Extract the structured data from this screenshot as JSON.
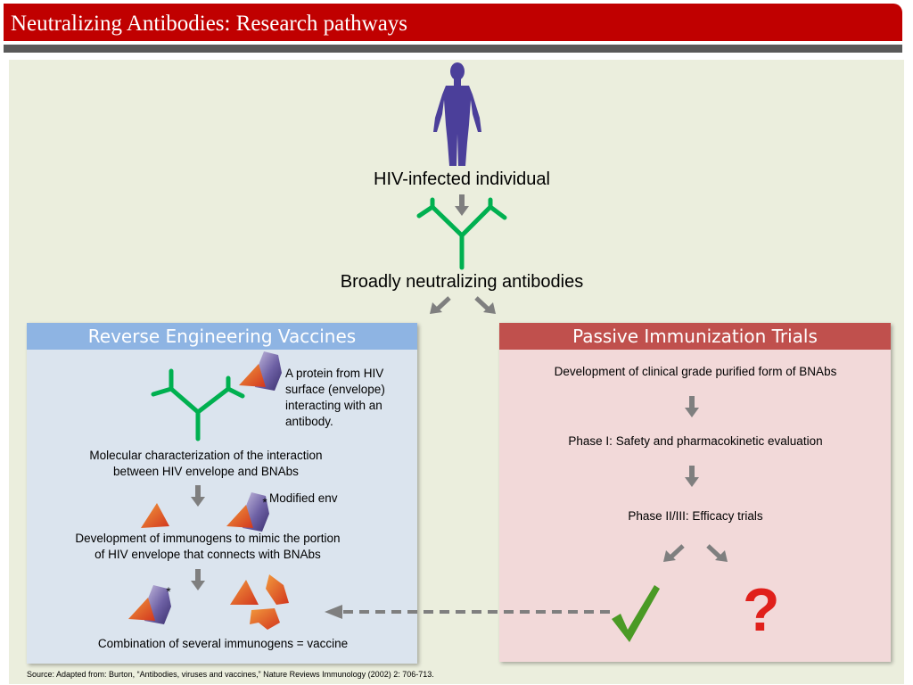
{
  "title": "Neutralizing Antibodies: Research pathways",
  "top": {
    "individual_label": "HIV-infected individual",
    "antibodies_label": "Broadly neutralizing antibodies"
  },
  "left_panel": {
    "heading": "Reverse Engineering Vaccines",
    "protein_note": "A protein from HIV surface (envelope) interacting with an antibody.",
    "step1": "Molecular characterization of the interaction between HIV envelope and BNAbs",
    "modified_env": "Modified env",
    "asterisk": "*",
    "step2": "Development of immunogens to mimic the portion of HIV envelope that connects with BNAbs",
    "step3": "Combination of several immunogens = vaccine"
  },
  "right_panel": {
    "heading": "Passive Immunization Trials",
    "step1": "Development of clinical grade purified form of BNAbs",
    "step2": "Phase I: Safety and pharmacokinetic evaluation",
    "step3": "Phase II/III: Efficacy trials",
    "question_mark": "?"
  },
  "source": "Source: Adapted from: Burton, “Antibodies, viruses and vaccines,” Nature Reviews Immunology (2002) 2: 706-713.",
  "colors": {
    "title_red": "#c00000",
    "antibody_green": "#00b050",
    "figure_purple": "#4b3f9a",
    "left_header_blue": "#8eb4e3",
    "right_header_red": "#c0504d",
    "check_green": "#4a9a25",
    "question_red": "#e0201b"
  },
  "icons": [
    "human-figure-icon",
    "antibody-icon",
    "protein-icon",
    "arrow-down-icon",
    "checkmark-icon",
    "question-mark-icon"
  ]
}
